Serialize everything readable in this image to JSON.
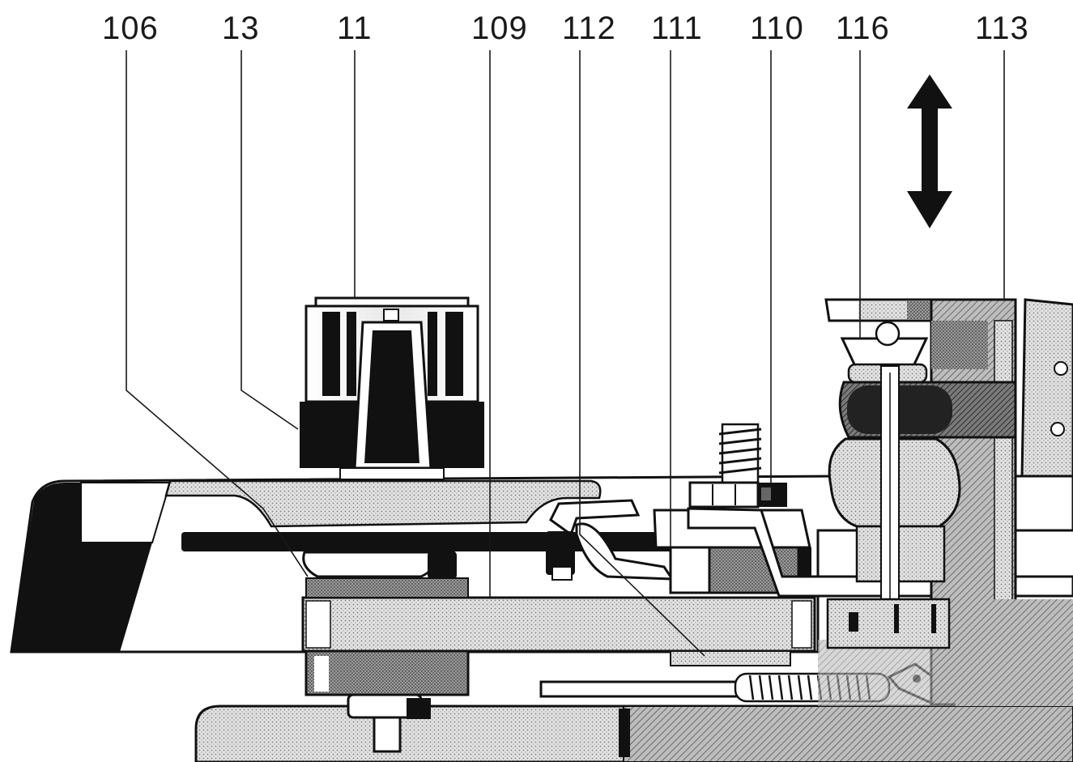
{
  "callouts": [
    {
      "id": "106",
      "label": "106"
    },
    {
      "id": "13",
      "label": "13"
    },
    {
      "id": "11",
      "label": "11"
    },
    {
      "id": "109",
      "label": "109"
    },
    {
      "id": "112",
      "label": "112"
    },
    {
      "id": "111",
      "label": "111"
    },
    {
      "id": "110",
      "label": "110"
    },
    {
      "id": "116",
      "label": "116"
    },
    {
      "id": "113",
      "label": "113"
    }
  ],
  "symbols": {
    "motion_arrow": "double-vertical-arrow-icon"
  },
  "colors": {
    "ink": "#111111",
    "shade_light": "#d6d6d6",
    "shade_mid": "#a9a9a9",
    "shade_dark": "#5a5a5a",
    "paper": "#ffffff"
  }
}
